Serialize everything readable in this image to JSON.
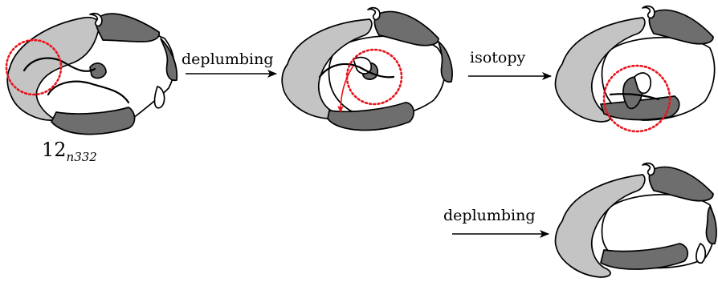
{
  "arrows": [
    {
      "label": "deplumbing"
    },
    {
      "label": "isotopy"
    },
    {
      "label": "deplumbing"
    }
  ],
  "knot_label": {
    "base": "12",
    "subscript": "n332"
  },
  "colors": {
    "light_band": "#c4c4c4",
    "dark_band": "#6e6e6e",
    "highlight": "#e8141c"
  }
}
